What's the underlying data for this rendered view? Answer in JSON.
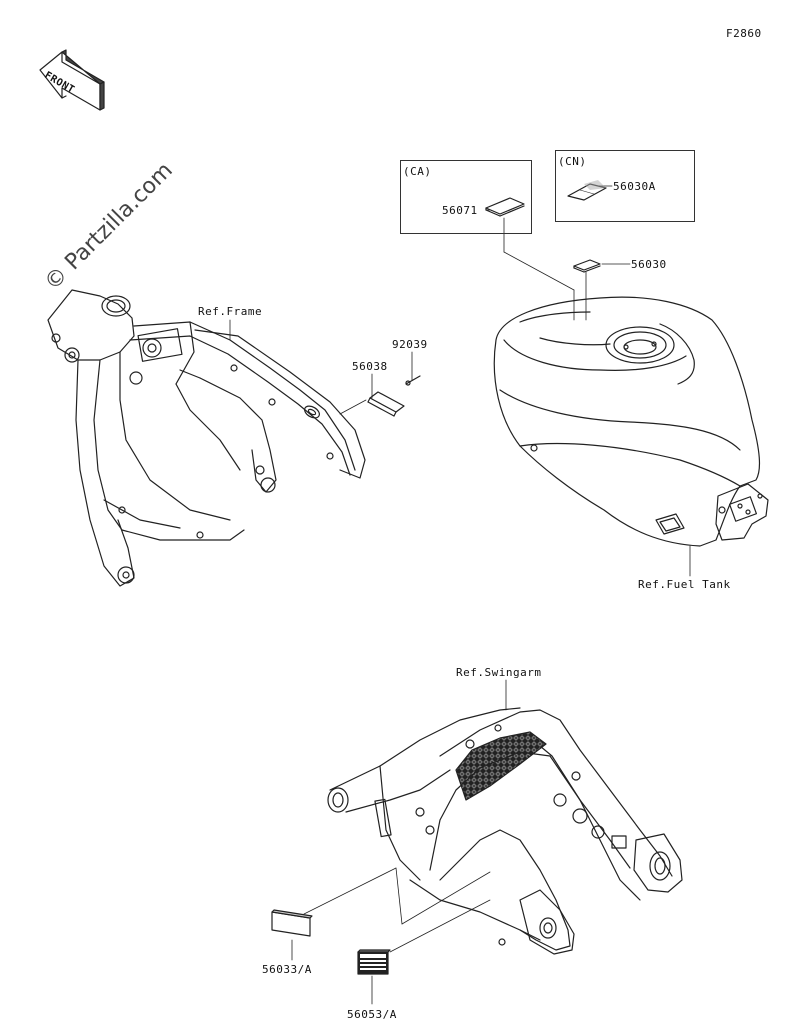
{
  "figure_code": "F2860",
  "front_arrow": {
    "label": "FRONT",
    "icon": "front-arrow-icon"
  },
  "watermark": "© Partzilla.com",
  "callouts": {
    "ref_frame": "Ref.Frame",
    "ref_fuel_tank": "Ref.Fuel Tank",
    "ref_swingarm": "Ref.Swingarm",
    "p56038": "56038",
    "p92039": "92039",
    "p56071": "56071",
    "p56030": "56030",
    "p56030a": "56030A",
    "p56033a": "56033/A",
    "p56053a": "56053/A"
  },
  "inset_boxes": {
    "ca": "(CA)",
    "cn": "(CN)"
  }
}
